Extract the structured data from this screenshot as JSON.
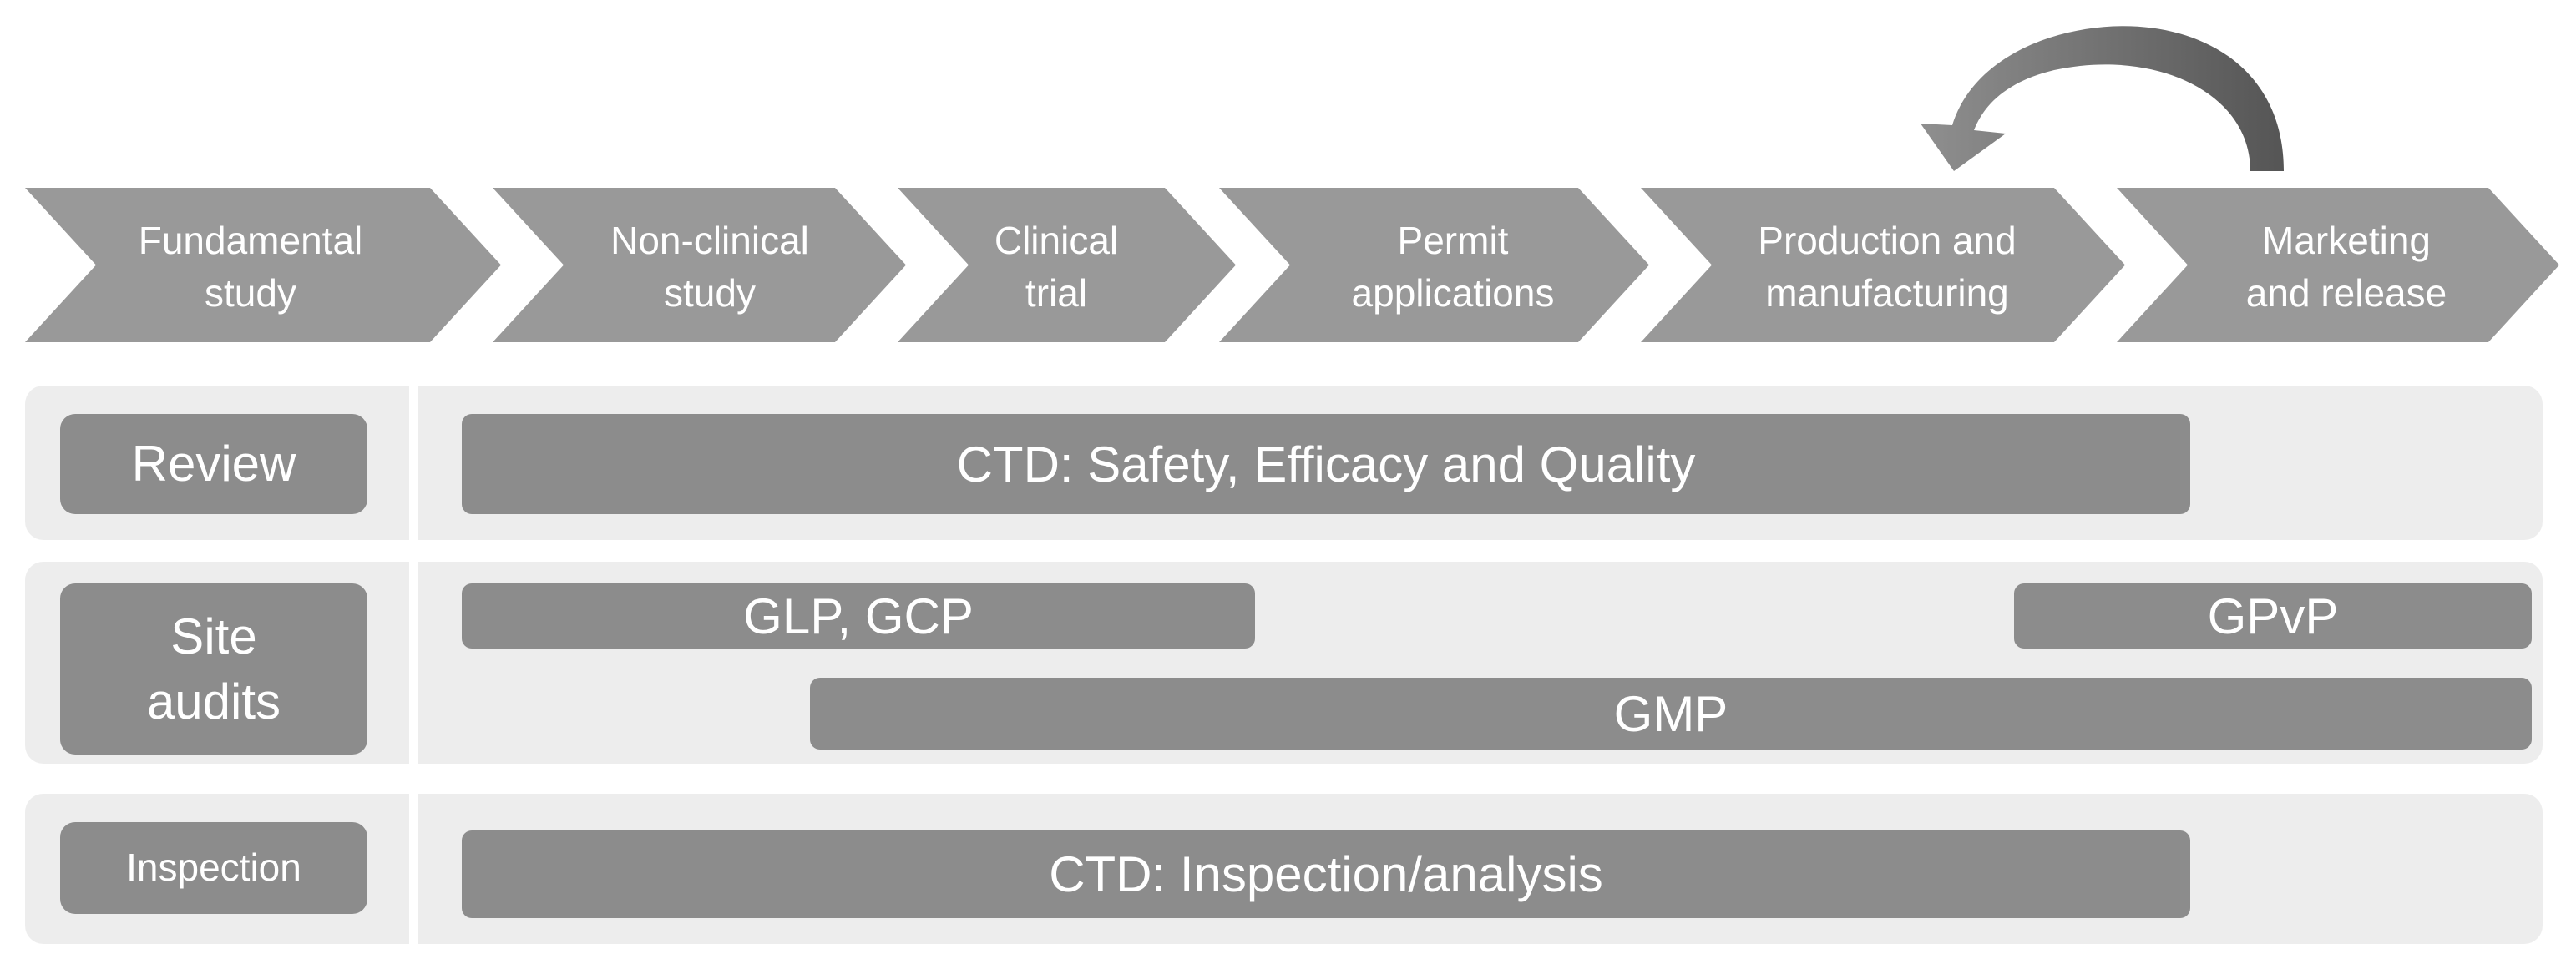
{
  "stages": [
    {
      "label": "Fundamental\nstudy"
    },
    {
      "label": "Non-clinical\nstudy"
    },
    {
      "label": "Clinical\ntrial"
    },
    {
      "label": "Permit\napplications"
    },
    {
      "label": "Production and\nmanufacturing"
    },
    {
      "label": "Marketing\nand release"
    }
  ],
  "rows": [
    {
      "label": "Review",
      "bars": [
        {
          "label": "CTD: Safety, Efficacy and Quality"
        }
      ]
    },
    {
      "label": "Site\naudits",
      "bars": [
        {
          "label": "GLP, GCP"
        },
        {
          "label": "GPvP"
        },
        {
          "label": "GMP"
        }
      ]
    },
    {
      "label": "Inspection",
      "bars": [
        {
          "label": "CTD: Inspection/analysis"
        }
      ]
    }
  ],
  "colors": {
    "stage_fill": "#999999",
    "row_background": "#ededed",
    "box_fill": "#8c8c8c",
    "text": "#ffffff"
  }
}
